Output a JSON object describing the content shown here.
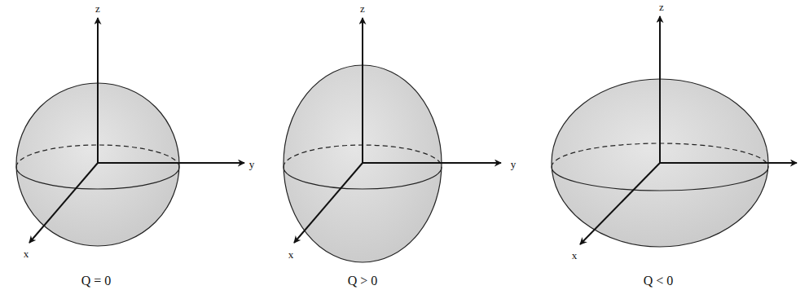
{
  "diagram": {
    "labels": [
      "z",
      "y",
      "x",
      "Q = 0",
      "z",
      "y",
      "x",
      "Q > 0",
      "z",
      "x",
      "Q < 0"
    ]
  }
}
